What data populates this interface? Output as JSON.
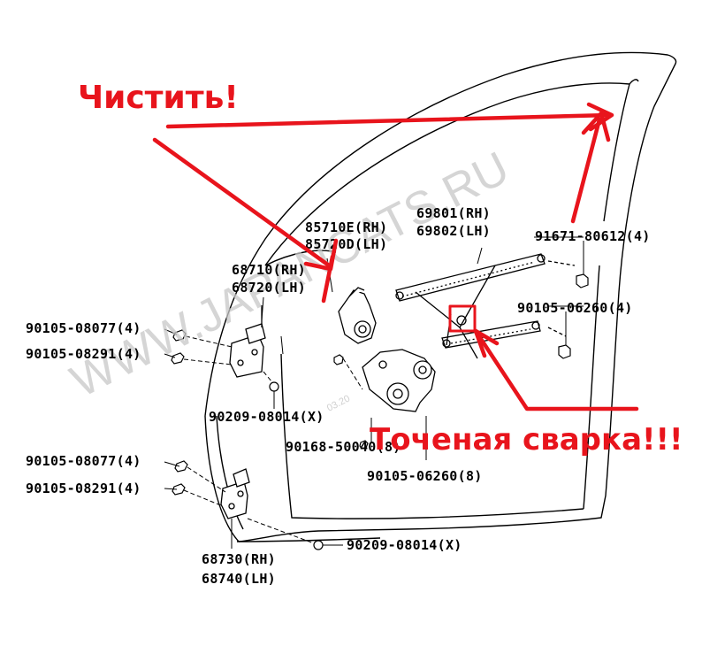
{
  "annotations": {
    "clean": "Чистить!",
    "spot_weld": "Точеная сварка!!!"
  },
  "watermark": {
    "text": "WWW.JAPANCATS.RU",
    "small": "03.20"
  },
  "part_labels": {
    "p85710": "85710E(RH)",
    "p85720": "85720D(LH)",
    "p69801": "69801(RH)",
    "p69802": "69802(LH)",
    "p91671": "91671-80612(4)",
    "p68710": "68710(RH)",
    "p68720": "68720(LH)",
    "p90105_06260_a": "90105-06260(4)",
    "p90105_08077_a": "90105-08077(4)",
    "p90105_08291_a": "90105-08291(4)",
    "p90209_08014_a": "90209-08014(X)",
    "p90168": "90168-50040(8)",
    "p90105_06260_b": "90105-06260(8)",
    "p90105_08077_b": "90105-08077(4)",
    "p90105_08291_b": "90105-08291(4)",
    "p90209_08014_b": "90209-08014(X)",
    "p68730": "68730(RH)",
    "p68740": "68740(LH)"
  },
  "colors": {
    "annotation": "#e8141c",
    "line": "#000000",
    "watermark": "#c8c8c8"
  }
}
